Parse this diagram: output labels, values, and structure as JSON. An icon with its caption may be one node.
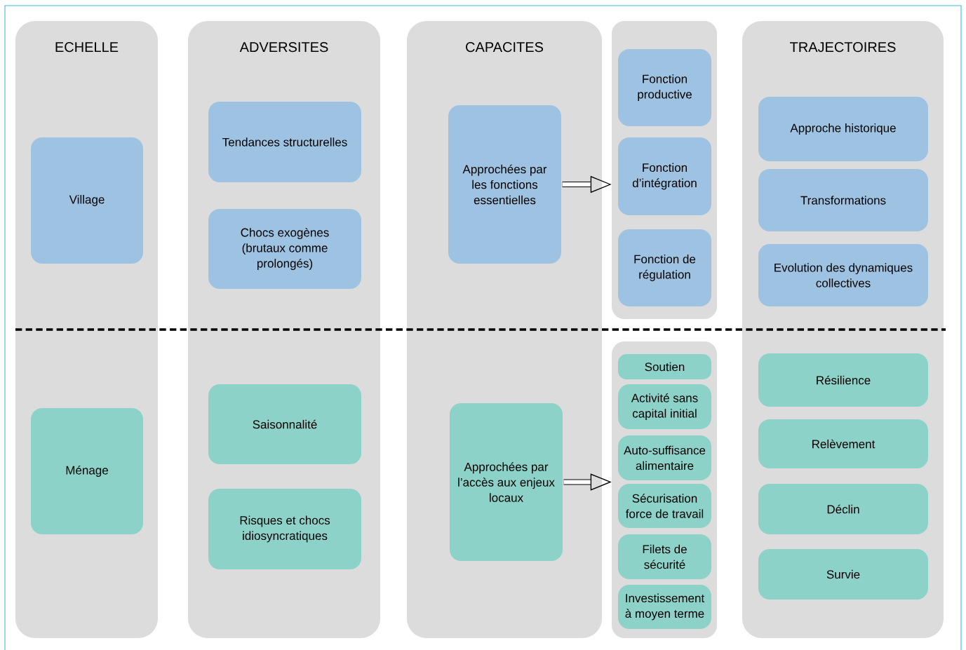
{
  "diagram": {
    "nodes": [
      {
        "text": [
          "ECHELLE"
        ]
      },
      {
        "text": [
          "Village"
        ],
        "in": 0
      },
      {
        "text": [
          "Ménage"
        ],
        "in": 0
      },
      {
        "text": [
          "ADVERSITES"
        ]
      },
      {
        "text": [
          "Tendances structurelles"
        ],
        "in": 3
      },
      {
        "text": [
          "Chocs exogènes (brutaux comme prolongés)"
        ],
        "in": 3
      },
      {
        "text": [
          "Saisonnalité"
        ],
        "in": 3
      },
      {
        "text": [
          "Risques et chocs idiosyncratiques"
        ],
        "in": 3
      },
      {
        "text": [
          "CAPACITES"
        ]
      },
      {
        "text": [
          "Approchées par les fonctions essentielles"
        ],
        "in": 8
      },
      {
        "text": [
          "Approchées par l’accès aux enjeux locaux"
        ],
        "in": 8
      },
      {
        "text": [],
        "shape": "box"
      },
      {
        "text": [
          "Fonction productive"
        ],
        "in": 11
      },
      {
        "text": [
          "Fonction d’intégration"
        ],
        "in": 11
      },
      {
        "text": [
          "Fonction de régulation"
        ],
        "in": 11
      },
      {
        "text": [],
        "shape": "box"
      },
      {
        "text": [
          "Soutien"
        ],
        "in": 15
      },
      {
        "text": [
          "Activité sans capital initial"
        ],
        "in": 15
      },
      {
        "text": [
          "Auto-suffisance alimentaire"
        ],
        "in": 15
      },
      {
        "text": [
          "Sécurisation force de travail"
        ],
        "in": 15
      },
      {
        "text": [
          "Filets de sécurité"
        ],
        "in": 15
      },
      {
        "text": [
          "Investissement à moyen terme"
        ],
        "in": 15
      },
      {
        "text": [
          "TRAJECTOIRES"
        ]
      },
      {
        "text": [
          "Approche historique"
        ],
        "in": 22
      },
      {
        "text": [
          "Transformations"
        ],
        "in": 22
      },
      {
        "text": [
          "Evolution des dynamiques collectives"
        ],
        "in": 22
      },
      {
        "text": [
          "Résilience"
        ],
        "in": 22
      },
      {
        "text": [
          "Relèvement"
        ],
        "in": 22
      },
      {
        "text": [
          "Déclin"
        ],
        "in": 22
      },
      {
        "text": [
          "Survie"
        ],
        "in": 22
      }
    ],
    "edges": [
      {
        "from": 9,
        "to": 11,
        "arrow": "to"
      },
      {
        "from": 10,
        "to": 15,
        "arrow": "to"
      }
    ]
  }
}
